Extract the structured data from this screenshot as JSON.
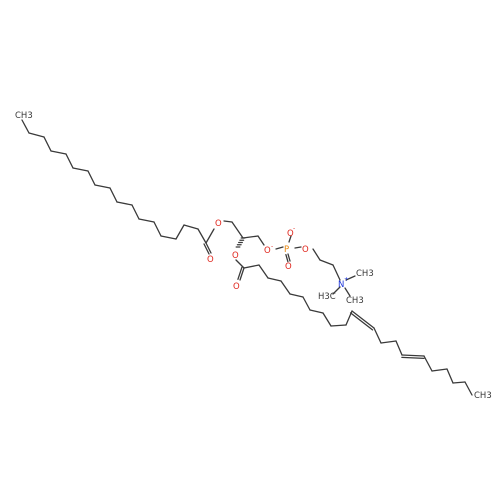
{
  "molecule": {
    "colors": {
      "bond": "#3a3a3a",
      "carbon": "#3a3a3a",
      "oxygen": "#e0261d",
      "phosphorus": "#e8860c",
      "nitrogen": "#1a32d8"
    },
    "labels": {
      "ch3_palmitoyl": "CH3",
      "o_ester1": "O",
      "o_carbonyl1": "O",
      "o_glycerol2": "O",
      "o_carbonyl2": "O",
      "o_phosphate_bridge1": "O",
      "p_atom": "P",
      "o_phosphate_anion": "O",
      "charge_minus_1": "-",
      "charge_minus_2": "-",
      "o_phosphate_double": "O",
      "o_phosphate_bridge2": "O",
      "n_atom": "N",
      "charge_plus": "+",
      "ch3_n_top": "CH3",
      "ch3_n_left": "H3C",
      "ch3_n_bottom": "CH3",
      "ch3_linoleoyl": "CH3"
    }
  }
}
